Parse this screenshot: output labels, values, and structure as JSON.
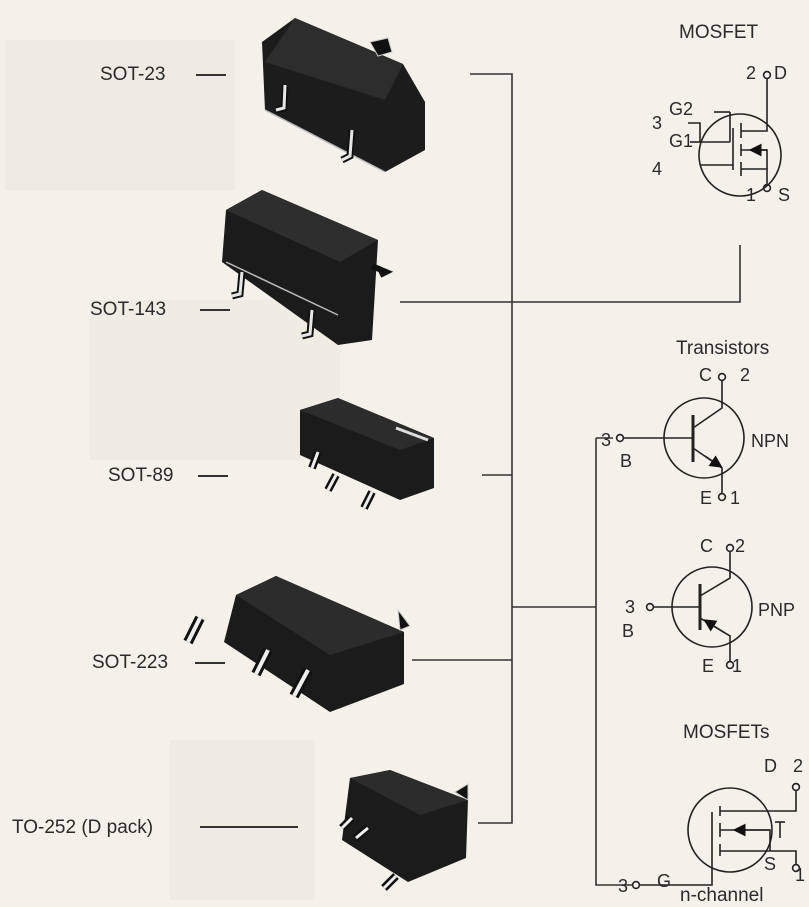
{
  "packages": [
    {
      "name": "SOT-23"
    },
    {
      "name": "SOT-143"
    },
    {
      "name": "SOT-89"
    },
    {
      "name": "SOT-223"
    },
    {
      "name": "TO-252 (D pack)"
    }
  ],
  "mosfet_top": {
    "title": "MOSFET",
    "pins": {
      "d_num": "2",
      "d": "D",
      "g2_num": "3",
      "g2": "G2",
      "g1": "G1",
      "g1_num": "4",
      "s_num": "1",
      "s": "S"
    }
  },
  "transistors": {
    "title": "Transistors",
    "npn": {
      "label": "NPN",
      "c": "C",
      "c_num": "2",
      "b_num": "3",
      "b": "B",
      "e": "E",
      "e_num": "1"
    },
    "pnp": {
      "label": "PNP",
      "c": "C",
      "c_num": "2",
      "b_num": "3",
      "b": "B",
      "e": "E",
      "e_num": "1"
    }
  },
  "mosfets": {
    "title": "MOSFETs",
    "subtitle": "n-channel",
    "pins": {
      "d": "D",
      "d_num": "2",
      "g_num": "3",
      "g": "G",
      "s": "S",
      "s_num": "1"
    }
  }
}
